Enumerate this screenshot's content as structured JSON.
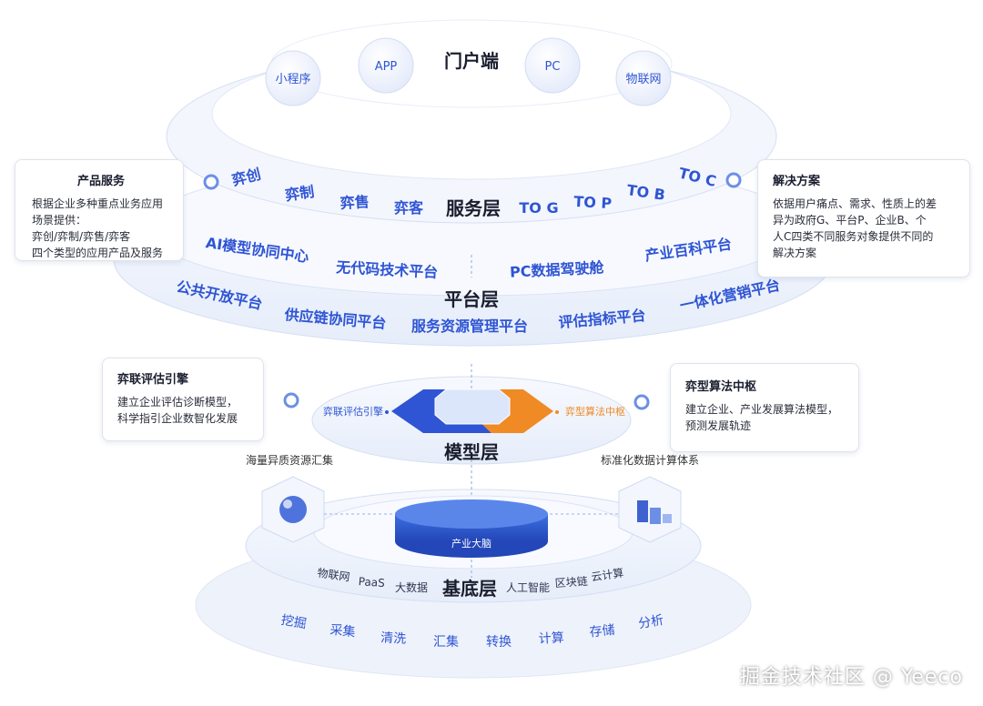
{
  "portal": {
    "title": "门户端",
    "bubbles": [
      "小程序",
      "APP",
      "PC",
      "物联网"
    ]
  },
  "service_layer": {
    "title": "服务层",
    "items": [
      "弈创",
      "弈制",
      "弈售",
      "弈客",
      "TO G",
      "TO P",
      "TO B",
      "TO C"
    ]
  },
  "platform_layer": {
    "title": "平台层",
    "top_items": [
      "AI模型协同中心",
      "无代码技术平台",
      "PC数据驾驶舱",
      "产业百科平台"
    ],
    "bottom_items": [
      "公共开放平台",
      "供应链协同平台",
      "服务资源管理平台",
      "评估指标平台",
      "一体化营销平台"
    ]
  },
  "model_layer": {
    "title": "模型层",
    "left_label": "弈联评估引擎",
    "right_label": "弈型算法中枢"
  },
  "base_layer": {
    "title": "基底层",
    "center": "产业大脑",
    "left_box_label": "海量异质资源汇集",
    "right_box_label": "标准化数据计算体系",
    "items": [
      "物联网",
      "PaaS",
      "大数据",
      "人工智能",
      "区块链",
      "云计算"
    ],
    "outer_items": [
      "挖掘",
      "采集",
      "清洗",
      "汇集",
      "转换",
      "计算",
      "存储",
      "分析"
    ]
  },
  "cards": {
    "product": {
      "title": "产品服务",
      "lines": [
        "根据企业多种重点业务应用",
        "场景提供：",
        "弈创/弈制/弈售/弈客",
        "四个类型的应用产品及服务"
      ]
    },
    "solution": {
      "title": "解决方案",
      "lines": [
        "依据用户痛点、需求、性质上的差",
        "异为政府G、平台P、企业B、个",
        "人C四类不同服务对象提供不同的",
        "解决方案"
      ]
    },
    "engine": {
      "title": "弈联评估引擎",
      "lines": [
        "建立企业评估诊断模型，",
        "科学指引企业数智化发展"
      ]
    },
    "algo": {
      "title": "弈型算法中枢",
      "lines": [
        "建立企业、产业发展算法模型，",
        "预测发展轨迹"
      ]
    }
  },
  "watermark": "掘金技术社区 @ Yeeco",
  "colors": {
    "accent": "#2f55d4",
    "orange": "#f08a24",
    "ring": "#eef3fc"
  }
}
